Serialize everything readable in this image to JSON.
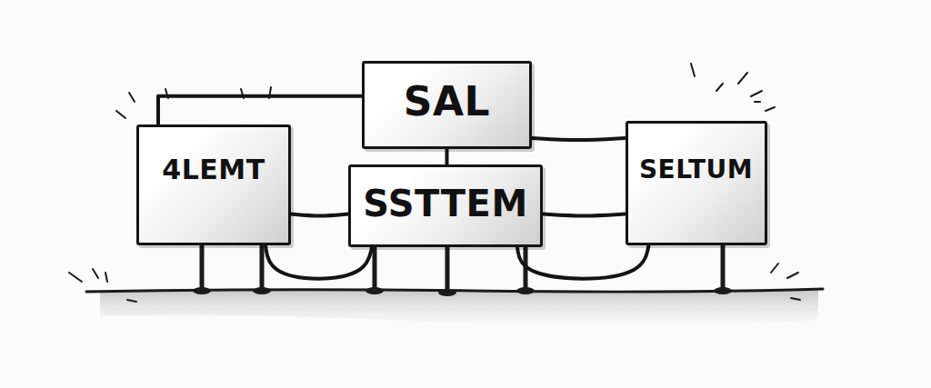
{
  "diagram": {
    "nodes": [
      {
        "text": [
          "4LEMT"
        ]
      },
      {
        "text": [
          "SAL"
        ]
      },
      {
        "text": [
          "SSTTEM"
        ]
      },
      {
        "text": [
          "SELTUM"
        ]
      }
    ],
    "edges": [
      {
        "from": 0,
        "to": 1,
        "arrow": "none"
      },
      {
        "from": 1,
        "to": 3,
        "arrow": "none"
      },
      {
        "from": 1,
        "to": 2,
        "arrow": "none"
      },
      {
        "from": 0,
        "to": 2,
        "arrow": "none"
      },
      {
        "from": 2,
        "to": 3,
        "arrow": "none"
      },
      {
        "from": 0,
        "to": 2,
        "arrow": "none"
      },
      {
        "from": 2,
        "to": 3,
        "arrow": "none"
      }
    ]
  }
}
